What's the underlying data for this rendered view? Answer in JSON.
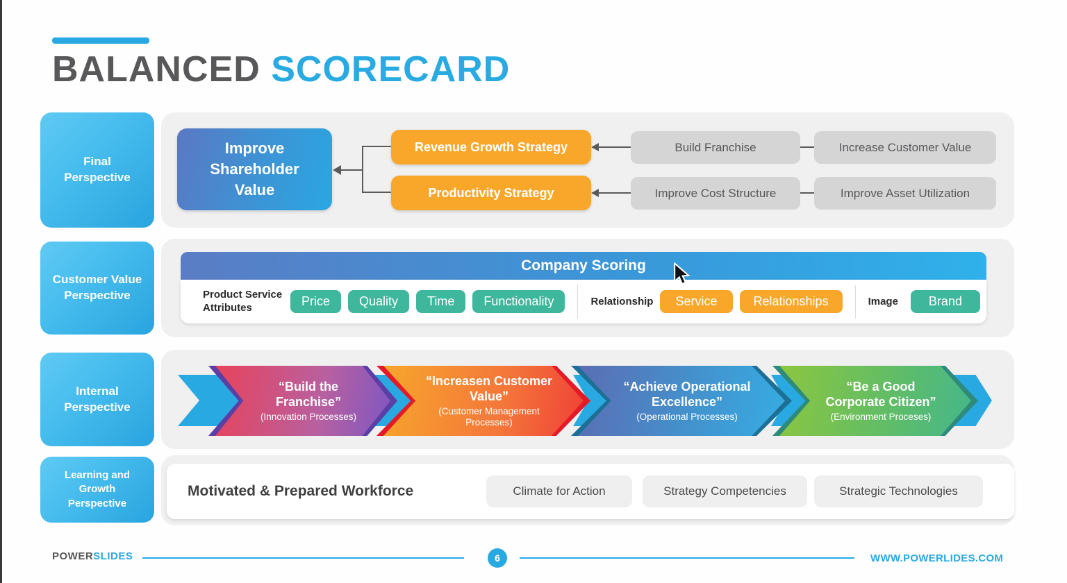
{
  "title": {
    "primary": "BALANCED",
    "secondary": "SCORECARD"
  },
  "final_perspective": {
    "label": "Final Perspective",
    "goal": "Improve Shareholder Value",
    "strategy_1": "Revenue Growth Strategy",
    "strategy_2": "Productivity Strategy",
    "driver_1": "Build Franchise",
    "driver_2": "Increase Customer Value",
    "driver_3": "Improve Cost Structure",
    "driver_4": "Improve Asset Utilization"
  },
  "customer_perspective": {
    "label": "Customer Value Perspective",
    "header": "Company Scoring",
    "group_1_label": "Product Service Attributes",
    "group_1_items": [
      "Price",
      "Quality",
      "Time",
      "Functionality"
    ],
    "group_2_label": "Relationship",
    "group_2_items": [
      "Service",
      "Relationships"
    ],
    "group_3_label": "Image",
    "group_3_items": [
      "Brand"
    ]
  },
  "internal_perspective": {
    "label": "Internal Perspective",
    "steps": [
      {
        "title": "“Build the Franchise”",
        "subtitle": "(Innovation Processes)"
      },
      {
        "title": "“Increasen Customer Value”",
        "subtitle": "(Customer Management Processes)"
      },
      {
        "title": "“Achieve Operational Excellence”",
        "subtitle": "(Operational Processes)"
      },
      {
        "title": "“Be a Good Corporate Citizen”",
        "subtitle": "(Environment Proceses)"
      }
    ]
  },
  "learning_perspective": {
    "label": "Learning and Growth Perspective",
    "headline": "Motivated & Prepared Workforce",
    "items": [
      "Climate for Action",
      "Strategy Competencies",
      "Strategic Technologies"
    ]
  },
  "footer": {
    "brand_primary": "POWER",
    "brand_secondary": "SLIDES",
    "page_number": "6",
    "website": "WWW.POWERLIDES.COM"
  },
  "colors": {
    "accent_blue": "#29A9E1",
    "orange": "#F9A72B",
    "teal": "#3FB79C",
    "gray_box": "#D5D5D6",
    "dark_text": "#58585A"
  }
}
